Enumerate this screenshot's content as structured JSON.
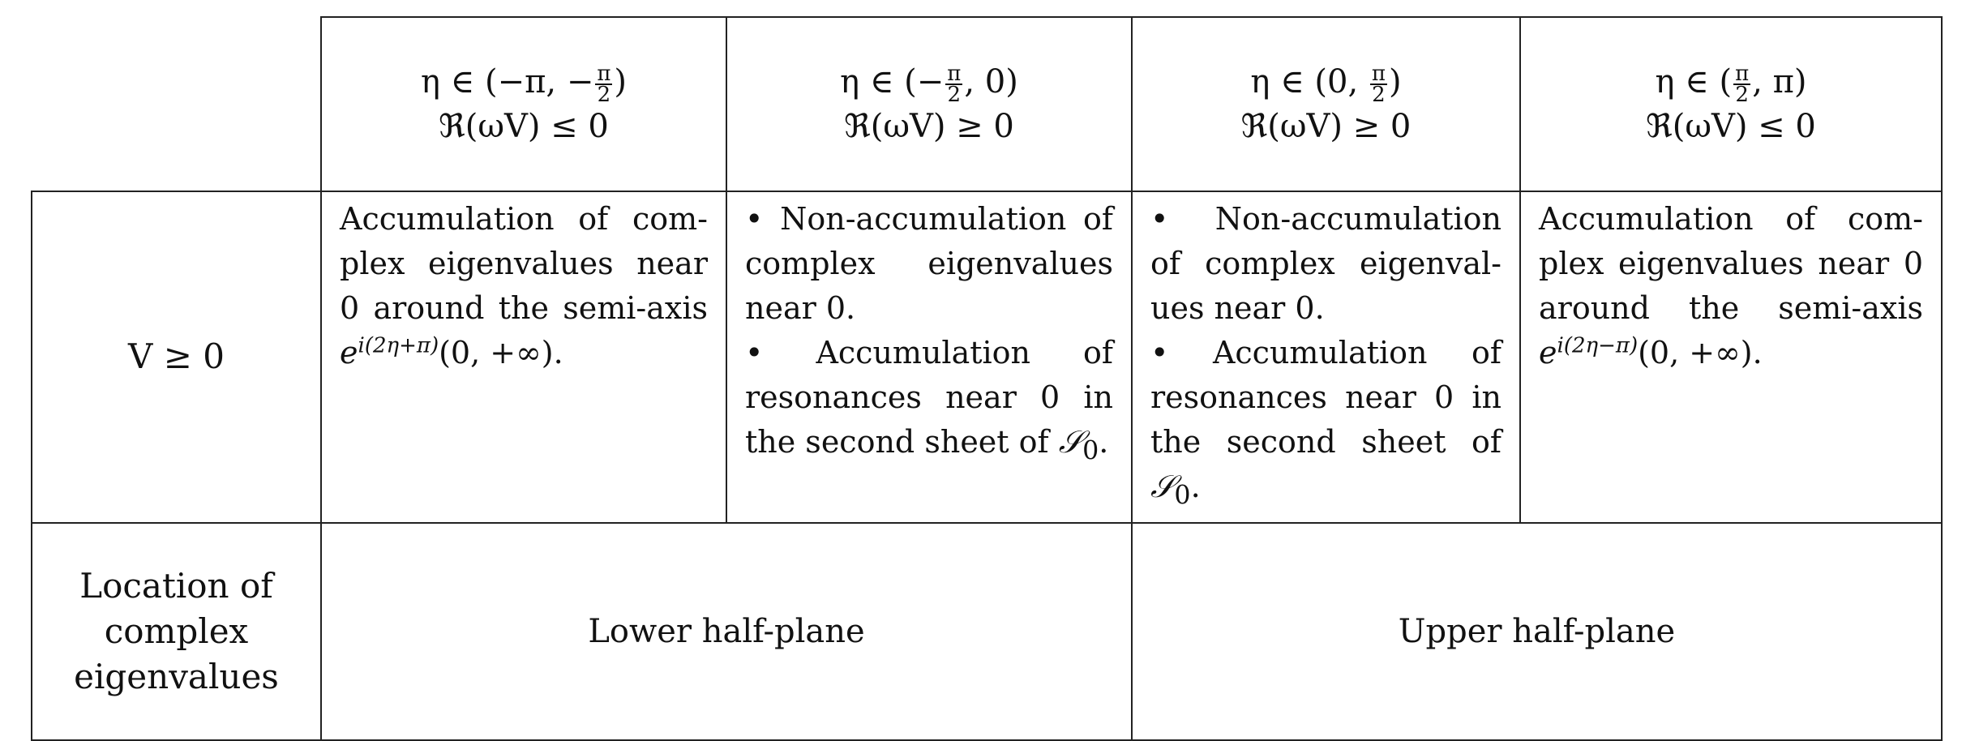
{
  "header": {
    "columns": [
      {
        "interval_prefix": "η ∈ (−π, −",
        "frac_num": "π",
        "frac_den": "2",
        "interval_suffix": ")",
        "condition": "ℜ(ωV) ≤ 0"
      },
      {
        "interval_prefix": "η ∈ (−",
        "frac_num": "π",
        "frac_den": "2",
        "interval_suffix": ", 0)",
        "condition": "ℜ(ωV) ≥ 0"
      },
      {
        "interval_prefix": "η ∈ (0, ",
        "frac_num": "π",
        "frac_den": "2",
        "interval_suffix": ")",
        "condition": "ℜ(ωV) ≥ 0"
      },
      {
        "interval_prefix": "η ∈ (",
        "frac_num": "π",
        "frac_den": "2",
        "interval_suffix": ", π)",
        "condition": "ℜ(ωV) ≤ 0"
      }
    ]
  },
  "rows": {
    "potential": {
      "label": "V ≥ 0",
      "cells": [
        {
          "text": "Accumulation of com­plex eigenvalues near 0 around the semi-axis",
          "exp_base": "e",
          "exp_sup": "i(2η+π)",
          "tail": "(0, +∞)."
        },
        {
          "bullet1": "•   Non-accumulation of complex eigenvalues near 0.",
          "bullet2_text": "•   Accumulation of resonances near 0 in the second sheet of",
          "sheet": "𝒮",
          "sheet_sub": "0",
          "sheet_tail": "."
        },
        {
          "bullet1": "•   Non-accumulation of complex eigenval­ues near 0.",
          "bullet2_text": "•   Accumulation of resonances near 0 in the second sheet of",
          "sheet": "𝒮",
          "sheet_sub": "0",
          "sheet_tail": "."
        },
        {
          "text": "Accumulation of com­plex eigenvalues near 0 around the semi-axis",
          "exp_base": "e",
          "exp_sup": "i(2η−π)",
          "tail": "(0, +∞)."
        }
      ]
    },
    "location": {
      "label_lines": [
        "Location of",
        "complex",
        "eigenvalues"
      ],
      "left_span": "Lower half-plane",
      "right_span": "Upper half-plane"
    }
  }
}
